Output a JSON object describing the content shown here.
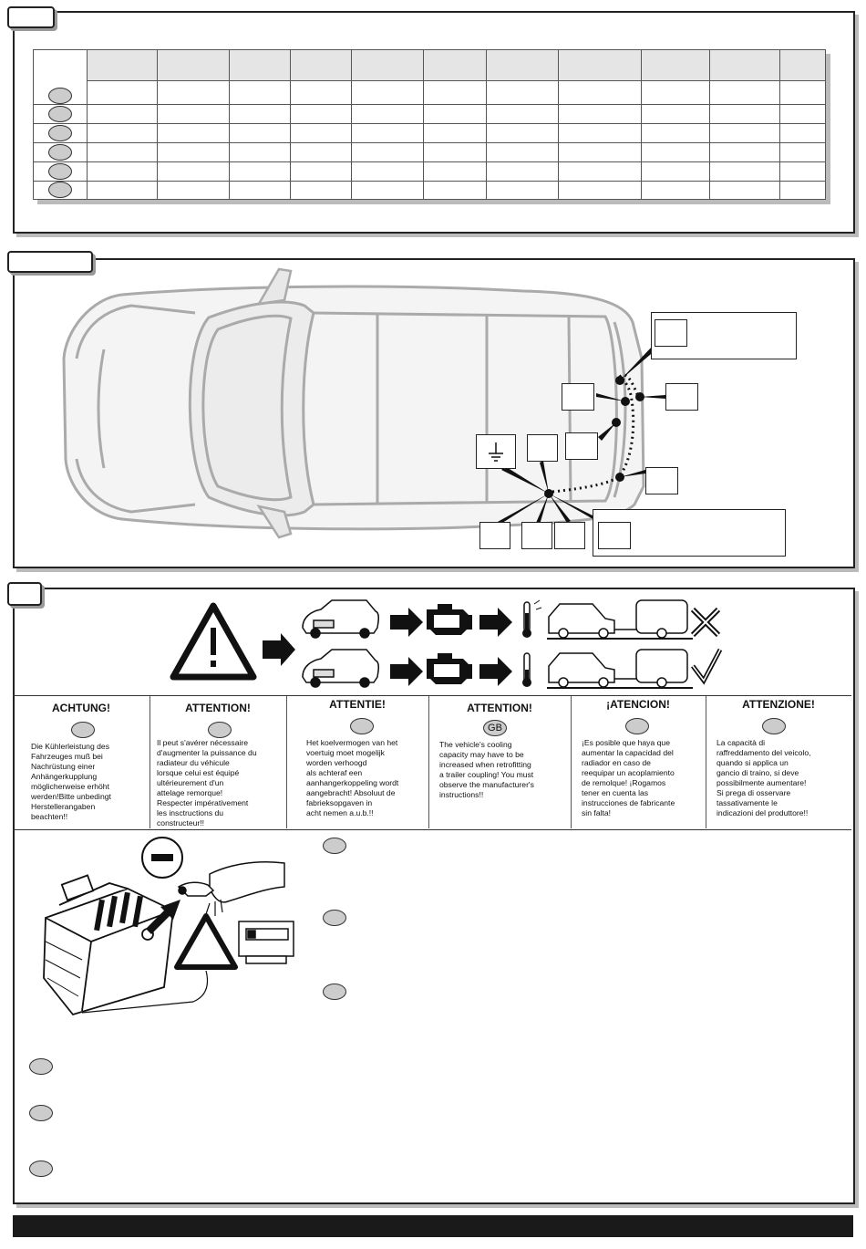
{
  "warnings": [
    {
      "heading": "ACHTUNG!",
      "badge": "",
      "text": [
        "Die Kühlerleistung des",
        "Fahrzeuges muß bei",
        "Nachrüstung einer",
        "Anhängerkupplung",
        "möglicherweise erhöht",
        "werden!Bitte unbedingt",
        "Herstellerangaben",
        "beachten!!"
      ]
    },
    {
      "heading": "ATTENTION!",
      "badge": "",
      "text": [
        "Il peut s'avérer nécessaire",
        "d'augmenter la puissance du",
        "radiateur du véhicule",
        "lorsque celui est équipé",
        "ultérieurement d'un",
        "attelage remorque!",
        "Respecter impérativement",
        "les insctructions du",
        "constructeur!!"
      ]
    },
    {
      "heading": "ATTENTIE!",
      "badge": "",
      "text": [
        "Het koelvermogen van het",
        "voertuig moet mogelijk",
        "worden verhoogd",
        "als achteraf een",
        "aanhangerkoppeling wordt",
        "aangebracht! Absoluut de",
        "fabrieksopgaven in",
        "acht nemen a.u.b.!!"
      ]
    },
    {
      "heading": "ATTENTION!",
      "badge": "GB",
      "text": [
        "The vehicle's cooling",
        "capacity may have to be",
        "increased when retrofitting",
        "a trailer coupling! You must",
        "observe the manufacturer's",
        "instructions!!"
      ]
    },
    {
      "heading": "¡ATENCION!",
      "badge": "",
      "text": [
        "¡Es posible que haya que",
        "aumentar la capacidad del",
        "radiador en caso de",
        "reequipar un acoplamiento",
        "de remolque! ¡Rogamos",
        "tener en cuenta las",
        "instrucciones de fabricante",
        "sin falta!"
      ]
    },
    {
      "heading": "ATTENZIONE!",
      "badge": "",
      "text": [
        "La capacità di",
        "raffreddamento del veicolo,",
        "quando si applica un",
        "gancio di traino, si deve",
        "possibilmente aumentare!",
        "Si prega di osservare",
        "tassativamente le",
        "indicazioni del produttore!!"
      ]
    }
  ],
  "icons": {
    "warning": "warning-triangle-icon",
    "engine": "engine-icon",
    "thermometer": "thermometer-icon",
    "battery": "battery-icon",
    "minus": "minus-sign-icon",
    "radio": "radio-icon",
    "cross": "cross-mark-icon",
    "check": "check-mark-icon"
  },
  "colors": {
    "panel_border": "#222222",
    "badge_fill": "#cccccc",
    "car_outline": "#aaaaaa",
    "footer": "#1a1a1a"
  }
}
